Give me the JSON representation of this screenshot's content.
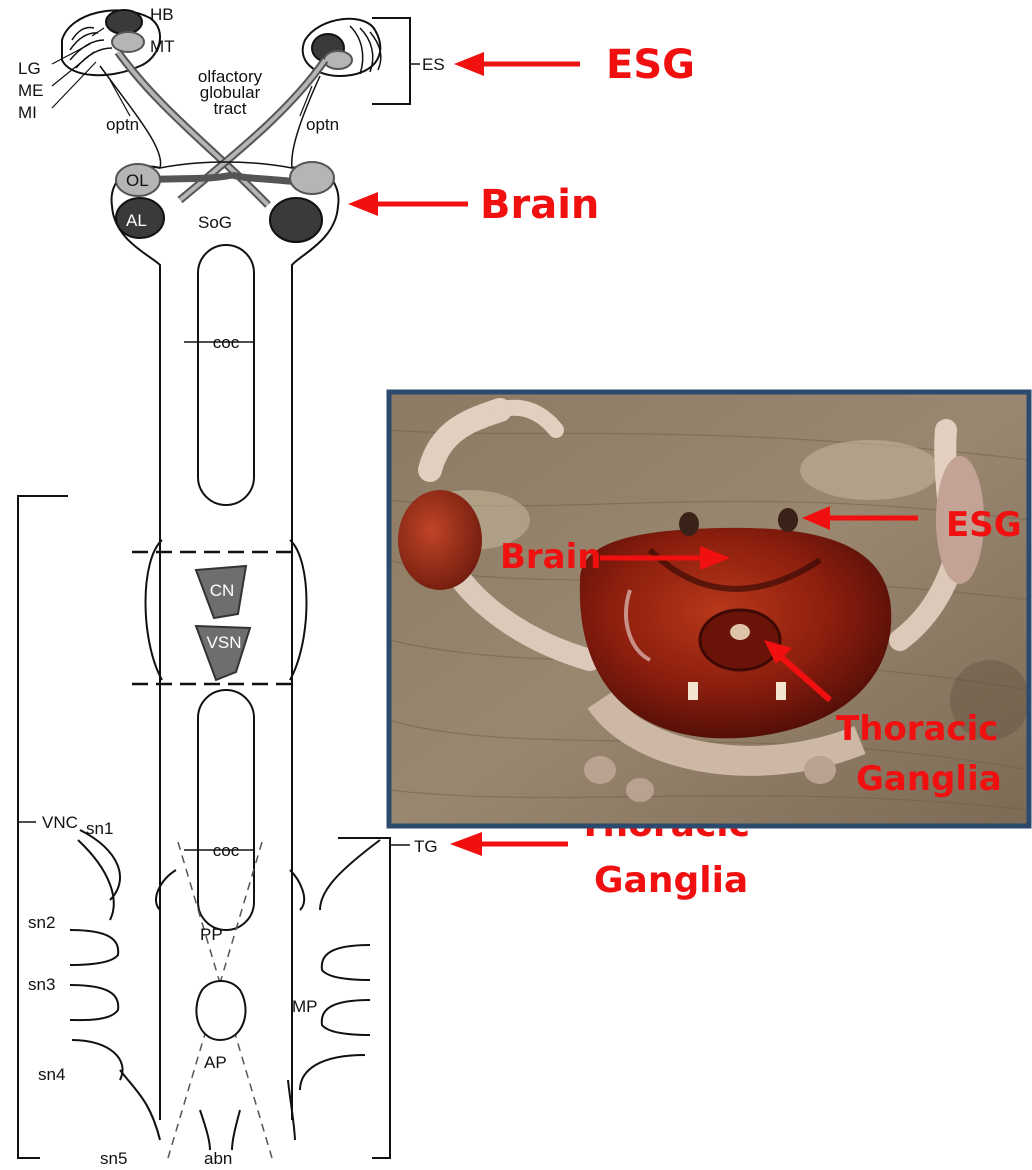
{
  "diagram": {
    "top_labels": {
      "hb": "HB",
      "mt": "MT",
      "lg": "LG",
      "me": "ME",
      "mi": "MI",
      "optn_left": "optn",
      "optn_right": "optn",
      "olfactory_line1": "olfactory",
      "olfactory_line2": "globular",
      "olfactory_line3": "tract",
      "es": "ES"
    },
    "brain_labels": {
      "ol": "OL",
      "al": "AL",
      "sog": "SoG"
    },
    "connective_labels": {
      "coc_upper": "coc",
      "coc_lower": "coc",
      "cn": "CN",
      "vsn": "VSN",
      "vnc": "VNC"
    },
    "thoracic_labels": {
      "sn1": "sn1",
      "sn2": "sn2",
      "sn3": "sn3",
      "sn4": "sn4",
      "sn5": "sn5",
      "abn": "abn",
      "pp": "PP",
      "mp": "MP",
      "ap": "AP",
      "tg": "TG"
    }
  },
  "callouts": {
    "esg": "ESG",
    "brain": "Brain",
    "thoracic_line1": "Thoracic",
    "thoracic_line2": "Ganglia"
  },
  "photo": {
    "esg": "ESG",
    "brain": "Brain",
    "thoracic_line1": "Thoracic",
    "thoracic_line2": "Ganglia",
    "frame_color": "#2c4a6e"
  },
  "colors": {
    "callout_red": "#f01010",
    "dark_gray": "#3a3a3a",
    "mid_gray": "#6e6e6e",
    "light_gray": "#b5b5b5"
  }
}
